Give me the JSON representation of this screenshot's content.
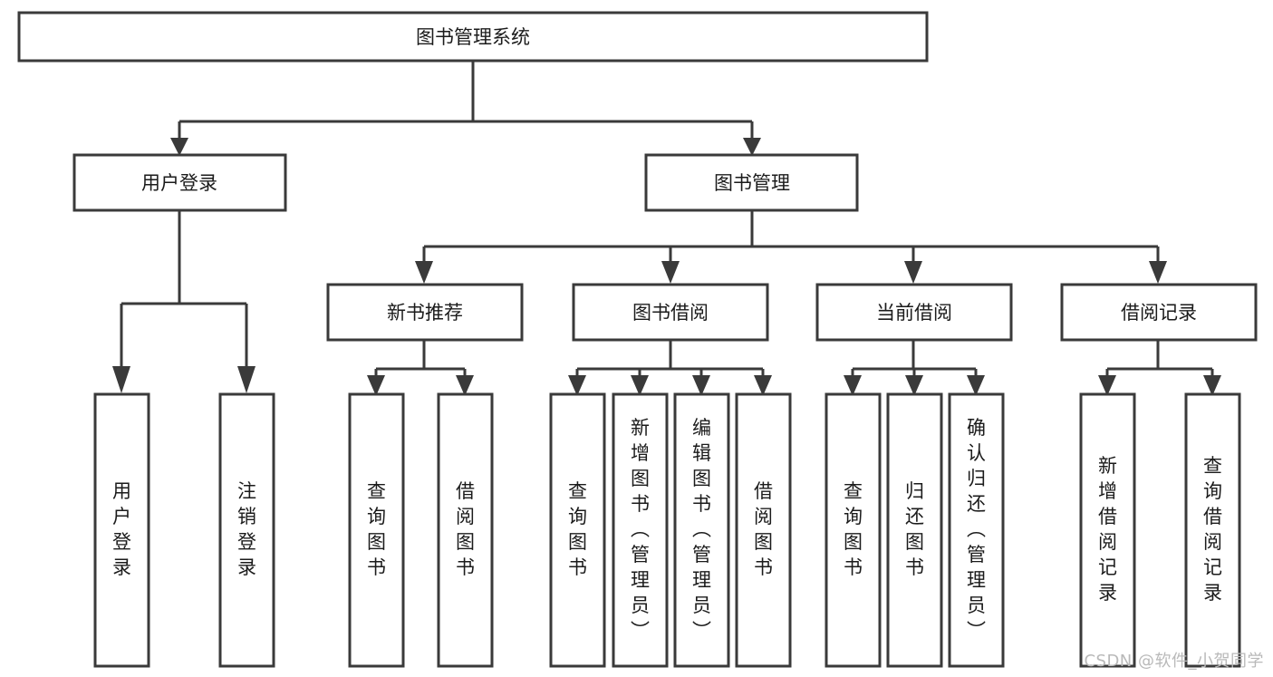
{
  "diagram": {
    "title": "图书管理系统",
    "type": "tree-hierarchy-chart",
    "watermark": "CSDN @软件_小贺同学",
    "colors": {
      "stroke": "#3a3a3a",
      "fill": "#ffffff",
      "text": "#1b1b1b",
      "watermark": "#b9b9b9"
    },
    "root": {
      "label": "图书管理系统"
    },
    "level2": [
      {
        "label": "用户登录"
      },
      {
        "label": "图书管理"
      }
    ],
    "level3": [
      {
        "label": "新书推荐"
      },
      {
        "label": "图书借阅"
      },
      {
        "label": "当前借阅"
      },
      {
        "label": "借阅记录"
      }
    ],
    "leaves": {
      "user_login": [
        {
          "label": "用户登录"
        },
        {
          "label": "注销登录"
        }
      ],
      "new_book_recommend": [
        {
          "label": "查询图书"
        },
        {
          "label": "借阅图书"
        }
      ],
      "book_borrow": [
        {
          "label": "查询图书"
        },
        {
          "label": "新增图书（管理员）"
        },
        {
          "label": "编辑图书（管理员）"
        },
        {
          "label": "借阅图书"
        }
      ],
      "current_borrow": [
        {
          "label": "查询图书"
        },
        {
          "label": "归还图书"
        },
        {
          "label": "确认归还（管理员）"
        }
      ],
      "borrow_record": [
        {
          "label": "新增借阅记录"
        },
        {
          "label": "查询借阅记录"
        }
      ]
    }
  }
}
